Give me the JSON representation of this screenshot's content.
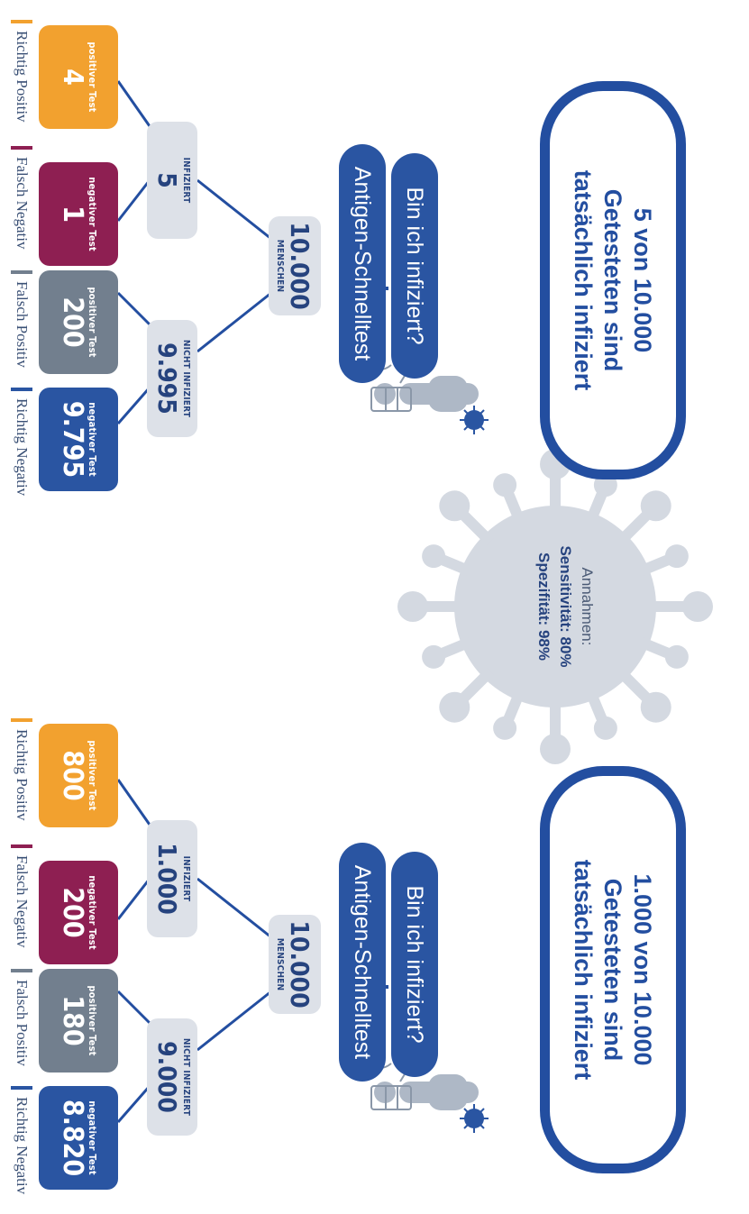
{
  "colors": {
    "navy": "#234ea0",
    "true_positive": "#f2a12f",
    "false_negative": "#8e1f52",
    "false_positive": "#727f8e",
    "true_negative": "#2a55a2",
    "node_grey": "#dde1e8",
    "virus_grey": "#d4d9e1"
  },
  "assumptions": {
    "title": "Annahmen:",
    "sensitivity": "Sensitivität: 80%",
    "specificity": "Spezifität: 98%"
  },
  "scenarios": [
    {
      "headline_line1": "5 von 10.000",
      "headline_line2": "Getesteten sind",
      "headline_line3": "tatsächlich infiziert",
      "question": "Bin ich infiziert?",
      "test_name": "Antigen-Schnelltest",
      "root": {
        "value": "10.000",
        "label": "MENSCHEN"
      },
      "infected": {
        "label": "INFIZIERT",
        "value": "5"
      },
      "not_infected": {
        "label": "NICHT INFIZIERT",
        "value": "9.995"
      },
      "leaves": [
        {
          "label": "positiver Test",
          "value": "4",
          "outcome": "Richtig Positiv"
        },
        {
          "label": "negativer Test",
          "value": "1",
          "outcome": "Falsch Negativ"
        },
        {
          "label": "positiver Test",
          "value": "200",
          "outcome": "Falsch Positiv"
        },
        {
          "label": "negativer Test",
          "value": "9.795",
          "outcome": "Richtig Negativ"
        }
      ]
    },
    {
      "headline_line1": "1.000 von 10.000",
      "headline_line2": "Getesteten sind",
      "headline_line3": "tatsächlich infiziert",
      "question": "Bin ich infiziert?",
      "test_name": "Antigen-Schnelltest",
      "root": {
        "value": "10.000",
        "label": "MENSCHEN"
      },
      "infected": {
        "label": "INFIZIERT",
        "value": "1.000"
      },
      "not_infected": {
        "label": "NICHT INFIZIERT",
        "value": "9.000"
      },
      "leaves": [
        {
          "label": "positiver Test",
          "value": "800",
          "outcome": "Richtig Positiv"
        },
        {
          "label": "negativer Test",
          "value": "200",
          "outcome": "Falsch Negativ"
        },
        {
          "label": "positiver Test",
          "value": "180",
          "outcome": "Falsch Positiv"
        },
        {
          "label": "negativer Test",
          "value": "8.820",
          "outcome": "Richtig Negativ"
        }
      ]
    }
  ]
}
